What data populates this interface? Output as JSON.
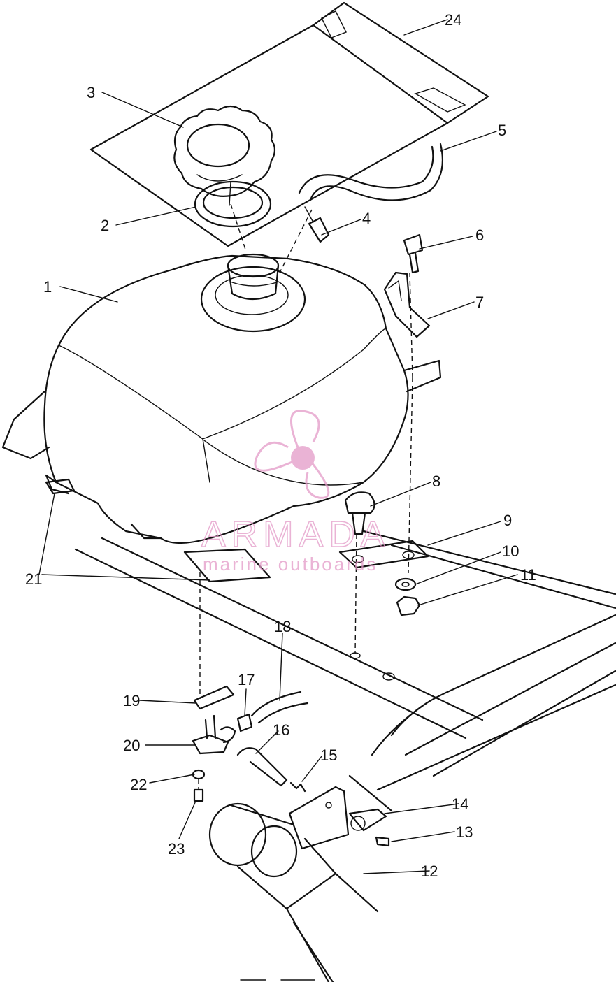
{
  "diagram": {
    "callouts": [
      {
        "id": "1",
        "label": "1"
      },
      {
        "id": "2",
        "label": "2"
      },
      {
        "id": "3",
        "label": "3"
      },
      {
        "id": "4",
        "label": "4"
      },
      {
        "id": "5",
        "label": "5"
      },
      {
        "id": "6",
        "label": "6"
      },
      {
        "id": "7",
        "label": "7"
      },
      {
        "id": "8",
        "label": "8"
      },
      {
        "id": "9",
        "label": "9"
      },
      {
        "id": "10",
        "label": "10"
      },
      {
        "id": "11",
        "label": "11"
      },
      {
        "id": "12",
        "label": "12"
      },
      {
        "id": "13",
        "label": "13"
      },
      {
        "id": "14",
        "label": "14"
      },
      {
        "id": "15",
        "label": "15"
      },
      {
        "id": "16",
        "label": "16"
      },
      {
        "id": "17",
        "label": "17"
      },
      {
        "id": "18",
        "label": "18"
      },
      {
        "id": "19",
        "label": "19"
      },
      {
        "id": "20",
        "label": "20"
      },
      {
        "id": "21",
        "label": "21"
      },
      {
        "id": "22",
        "label": "22"
      },
      {
        "id": "23",
        "label": "23"
      },
      {
        "id": "24",
        "label": "24"
      }
    ]
  },
  "watermark": {
    "brand": "ARMADA",
    "tagline": "marine outboards",
    "color": "#e39ac8"
  }
}
